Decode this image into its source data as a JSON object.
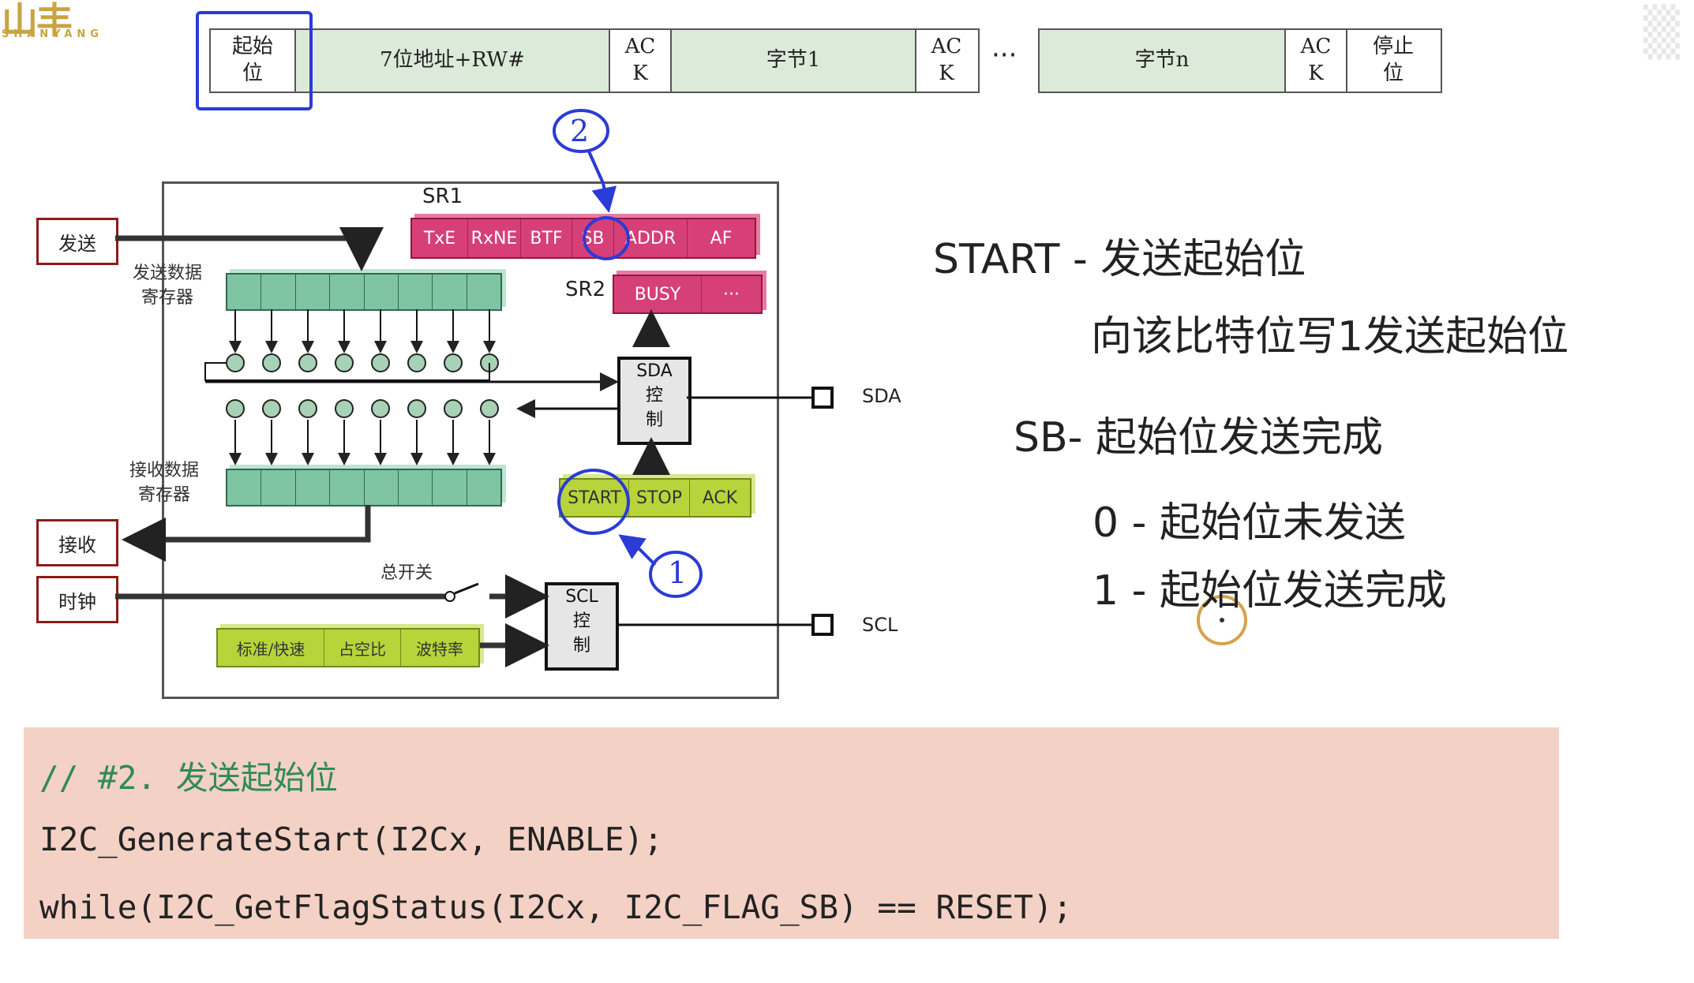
{
  "logo": {
    "main": "山丰",
    "sub": "SHANYANG"
  },
  "frame": {
    "segments": [
      "起始\n位",
      "7位地址+RW#",
      "AC\nK",
      "字节1",
      "AC\nK"
    ],
    "ellipsis": "···",
    "segments2": [
      "字节n",
      "AC\nK",
      "停止\n位"
    ]
  },
  "annotations": {
    "mark1": "1",
    "mark2": "2"
  },
  "diagram": {
    "sr1_label": "SR1",
    "sr1_bits": [
      "TxE",
      "RxNE",
      "BTF",
      "SB",
      "ADDR",
      "AF"
    ],
    "sr2_label": "SR2",
    "sr2_bits": [
      "BUSY",
      "···"
    ],
    "send_reg_label": "发送数据\n寄存器",
    "recv_reg_label": "接收数据\n寄存器",
    "sda_ctrl": "SDA\n控\n制",
    "scl_ctrl": "SCL\n控\n制",
    "ctrl_bits": [
      "START",
      "STOP",
      "ACK"
    ],
    "clock_bits": [
      "标准/快速",
      "占空比",
      "波特率"
    ],
    "switch_label": "总开关",
    "pins": {
      "send": "发送",
      "recv": "接收",
      "clock": "时钟"
    },
    "sda_pin": "SDA",
    "scl_pin": "SCL"
  },
  "explanation": {
    "line1": "START - 发送起始位",
    "line2": "向该比特位写1发送起始位",
    "line3": "SB- 起始位发送完成",
    "line4": "0 - 起始位未发送",
    "line5": "1 - 起始位发送完成"
  },
  "code": {
    "comment": "// #2. 发送起始位",
    "line1": "I2C_GenerateStart(I2Cx, ENABLE);",
    "line2": "while(I2C_GetFlagStatus(I2Cx, I2C_FLAG_SB) == RESET);"
  },
  "colors": {
    "sr_register": "#d63f78",
    "ctrl_register": "#b8d43a",
    "data_register": "#7fc4a3",
    "code_bg": "#f3d1c4",
    "annotation_blue": "#2a3bd6",
    "cursor": "#d4a34a"
  }
}
